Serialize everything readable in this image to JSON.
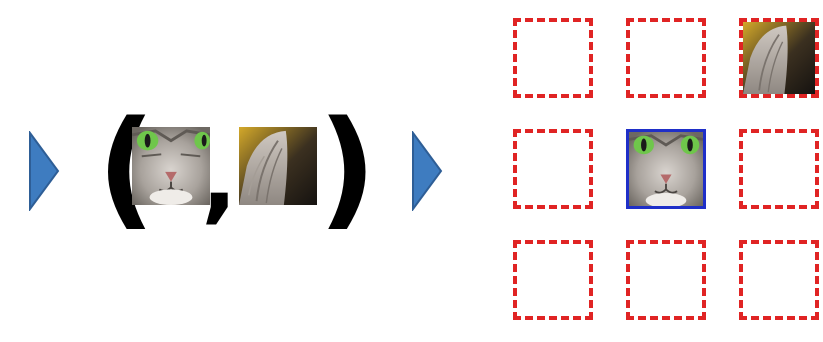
{
  "colors": {
    "arrow": "#3E7CC0",
    "arrow_edge": "#2E5E96",
    "dashed_border": "#E02424",
    "center_border": "#1F2FC8",
    "paren": "#000000"
  },
  "left_group": {
    "open_paren": "(",
    "comma": ",",
    "close_paren": ")",
    "patch_a_icon": "cat-face-center-patch",
    "patch_b_icon": "cat-ear-patch"
  },
  "grid": {
    "rows": 3,
    "cols": 3,
    "center_cell_icon": "cat-face-center-patch",
    "filled_cell_position": "top-right",
    "filled_cell_icon": "cat-ear-patch"
  }
}
